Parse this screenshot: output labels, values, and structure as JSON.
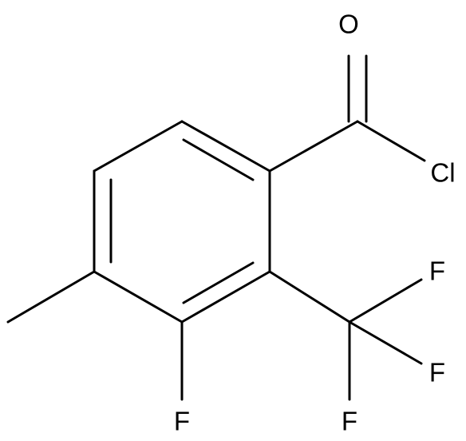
{
  "molecule": {
    "atoms": {
      "O": "O",
      "Cl": "Cl",
      "F_ring": "F",
      "F_cf3_top": "F",
      "F_cf3_mid": "F",
      "F_cf3_bot": "F"
    }
  },
  "colors": {
    "bond": "#000000",
    "label": "#000000",
    "background": "#ffffff"
  }
}
